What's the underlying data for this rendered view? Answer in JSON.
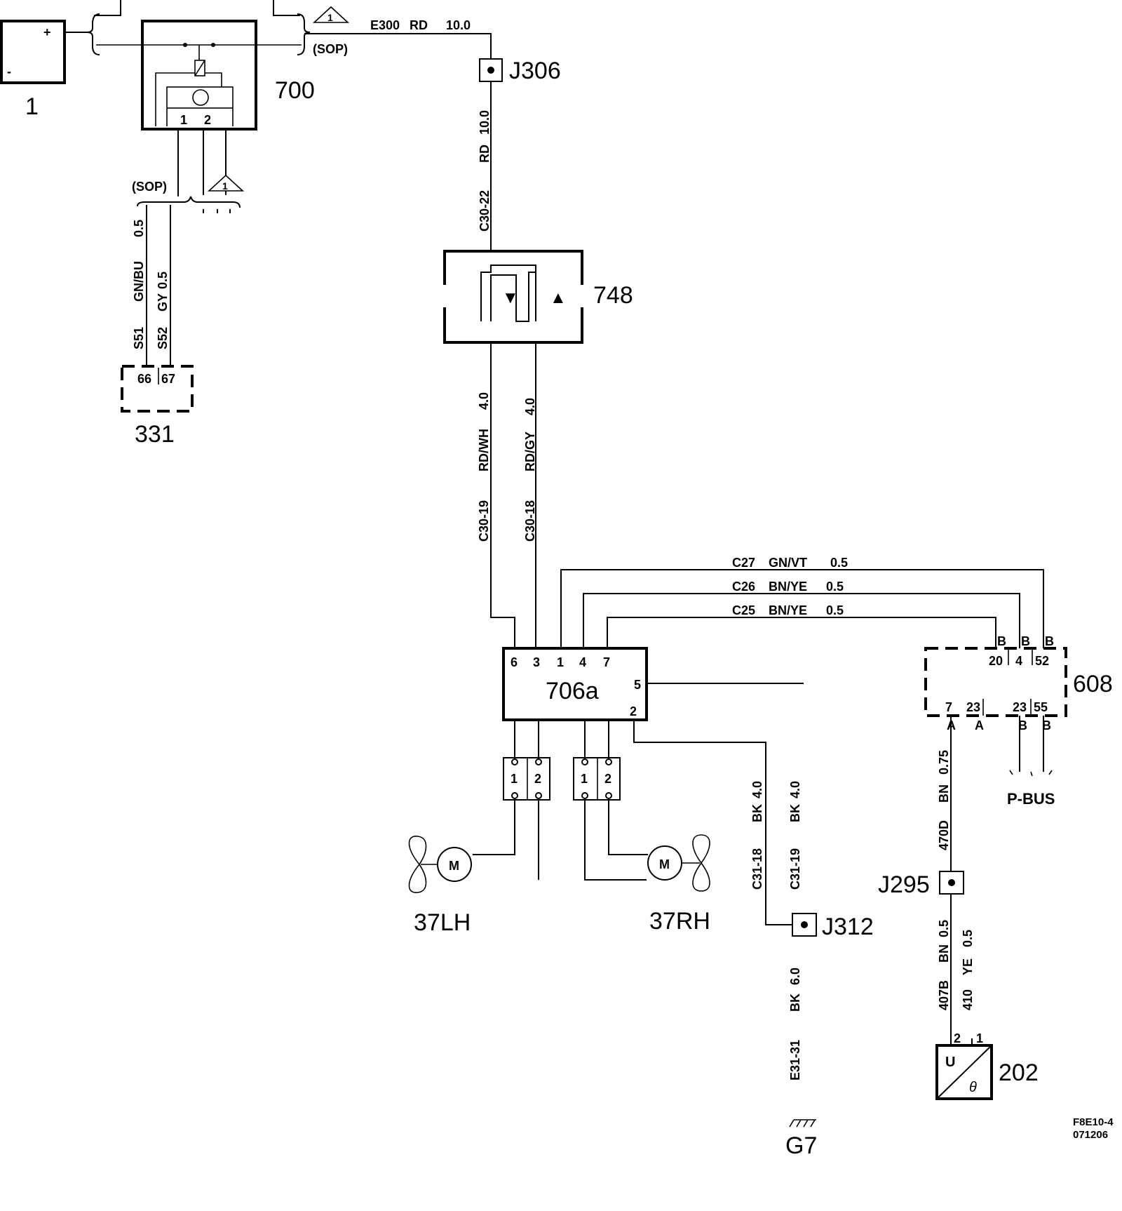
{
  "components": {
    "c1": "1",
    "c700": "700",
    "c748": "748",
    "c331": "331",
    "c706a": "706a",
    "c608": "608",
    "c202": "202",
    "c37lh": "37LH",
    "c37rh": "37RH",
    "g7": "G7"
  },
  "junctions": {
    "j306": "J306",
    "j295": "J295",
    "j312": "J312"
  },
  "symbols": {
    "plus": "+",
    "minus": "-",
    "warning": "1",
    "sop": "(SOP)",
    "motor": "M",
    "u": "U",
    "theta": "θ",
    "arrow_down": "▼",
    "arrow_up": "▲"
  },
  "pins": {
    "p700": [
      "1",
      "2"
    ],
    "p331": [
      "66",
      "67"
    ],
    "p706a_top": [
      "6",
      "3",
      "1",
      "4",
      "7"
    ],
    "p706a_right": [
      "5",
      "2"
    ],
    "p608_top": [
      "20",
      "4",
      "52"
    ],
    "p608_top_letters": [
      "B",
      "B",
      "B"
    ],
    "p608_bottom": [
      "7",
      "23",
      "23",
      "55"
    ],
    "p608_bottom_letters": [
      "A",
      "A",
      "B",
      "B"
    ],
    "conn_lh": [
      "1",
      "2"
    ],
    "conn_rh": [
      "1",
      "2"
    ],
    "p202": [
      "2",
      "1"
    ]
  },
  "wires": {
    "e300": {
      "id": "E300",
      "color": "RD",
      "size": "10.0"
    },
    "c30_22": {
      "id": "C30-22",
      "color": "RD",
      "size": "10.0"
    },
    "s51": {
      "id": "S51",
      "color": "GN/BU",
      "size": "0.5"
    },
    "s52": {
      "id": "S52",
      "color": "GY",
      "size": "0.5"
    },
    "c30_19": {
      "id": "C30-19",
      "color": "RD/WH",
      "size": "4.0"
    },
    "c30_18": {
      "id": "C30-18",
      "color": "RD/GY",
      "size": "4.0"
    },
    "c27": {
      "id": "C27",
      "color": "GN/VT",
      "size": "0.5"
    },
    "c26": {
      "id": "C26",
      "color": "BN/YE",
      "size": "0.5"
    },
    "c25": {
      "id": "C25",
      "color": "BN/YE",
      "size": "0.5"
    },
    "c31_18": {
      "id": "C31-18",
      "color": "BK",
      "size": "4.0"
    },
    "c31_19": {
      "id": "C31-19",
      "color": "BK",
      "size": "4.0"
    },
    "e31_31": {
      "id": "E31-31",
      "color": "BK",
      "size": "6.0"
    },
    "w470d": {
      "id": "470D",
      "color": "BN",
      "size": "0.75"
    },
    "w407b": {
      "id": "407B",
      "color": "BN",
      "size": "0.5"
    },
    "w410": {
      "id": "410",
      "color": "YE",
      "size": "0.5"
    }
  },
  "pbus": "P-BUS",
  "drawing_ref": [
    "F8E10-4",
    "071206"
  ]
}
